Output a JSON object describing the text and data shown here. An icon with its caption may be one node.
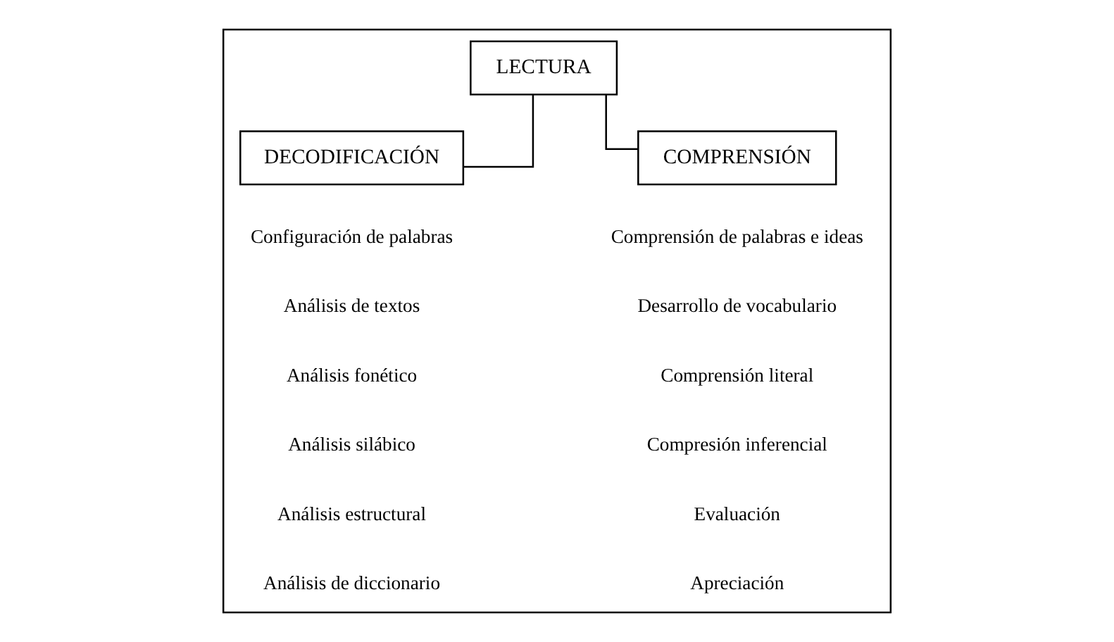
{
  "diagram": {
    "nodes": [
      {
        "text": [],
        "shape": "box"
      },
      {
        "text": [
          "LECTURA"
        ],
        "in": 0
      },
      {
        "text": [
          "DECODIFICACIÓN"
        ],
        "in": 0
      },
      {
        "text": [
          "COMPRENSIÓN"
        ],
        "in": 0
      }
    ],
    "edges": [
      {
        "from": 1,
        "to": 2,
        "arrow": "none"
      },
      {
        "from": 1,
        "to": 3,
        "arrow": "none"
      }
    ],
    "labels": [
      "Configuración de palabras",
      "Comprensión de palabras e ideas",
      "Análisis de textos",
      "Desarrollo de vocabulario",
      "Análisis fonético",
      "Comprensión literal",
      "Análisis silábico",
      "Compresión inferencial",
      "Análisis estructural",
      "Evaluación",
      "Análisis de diccionario",
      "Apreciación"
    ]
  }
}
